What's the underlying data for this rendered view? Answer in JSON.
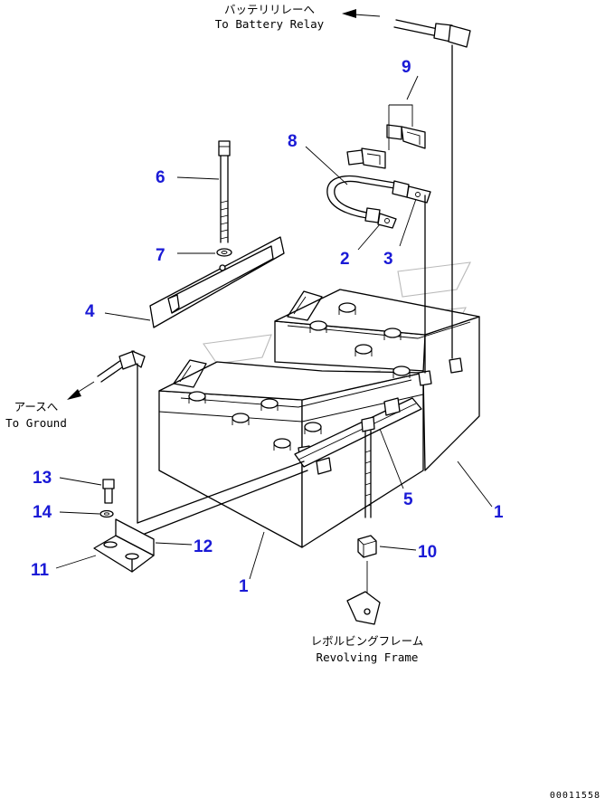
{
  "labels": {
    "battery_relay_jp": "バッテリリレーへ",
    "battery_relay_en": "To Battery Relay",
    "ground_jp": "アースへ",
    "ground_en": "To Ground",
    "frame_jp": "レボルビングフレーム",
    "frame_en": "Revolving Frame"
  },
  "callouts": {
    "c1a": "1",
    "c1b": "1",
    "c2": "2",
    "c3": "3",
    "c4": "4",
    "c5": "5",
    "c6": "6",
    "c7": "7",
    "c8": "8",
    "c9": "9",
    "c10": "10",
    "c11": "11",
    "c12": "12",
    "c13": "13",
    "c14": "14"
  },
  "drawing_code": "00011558",
  "colors": {
    "callout": "#1a1ad6",
    "line": "#000000",
    "watermark": "#b9b9b9"
  }
}
